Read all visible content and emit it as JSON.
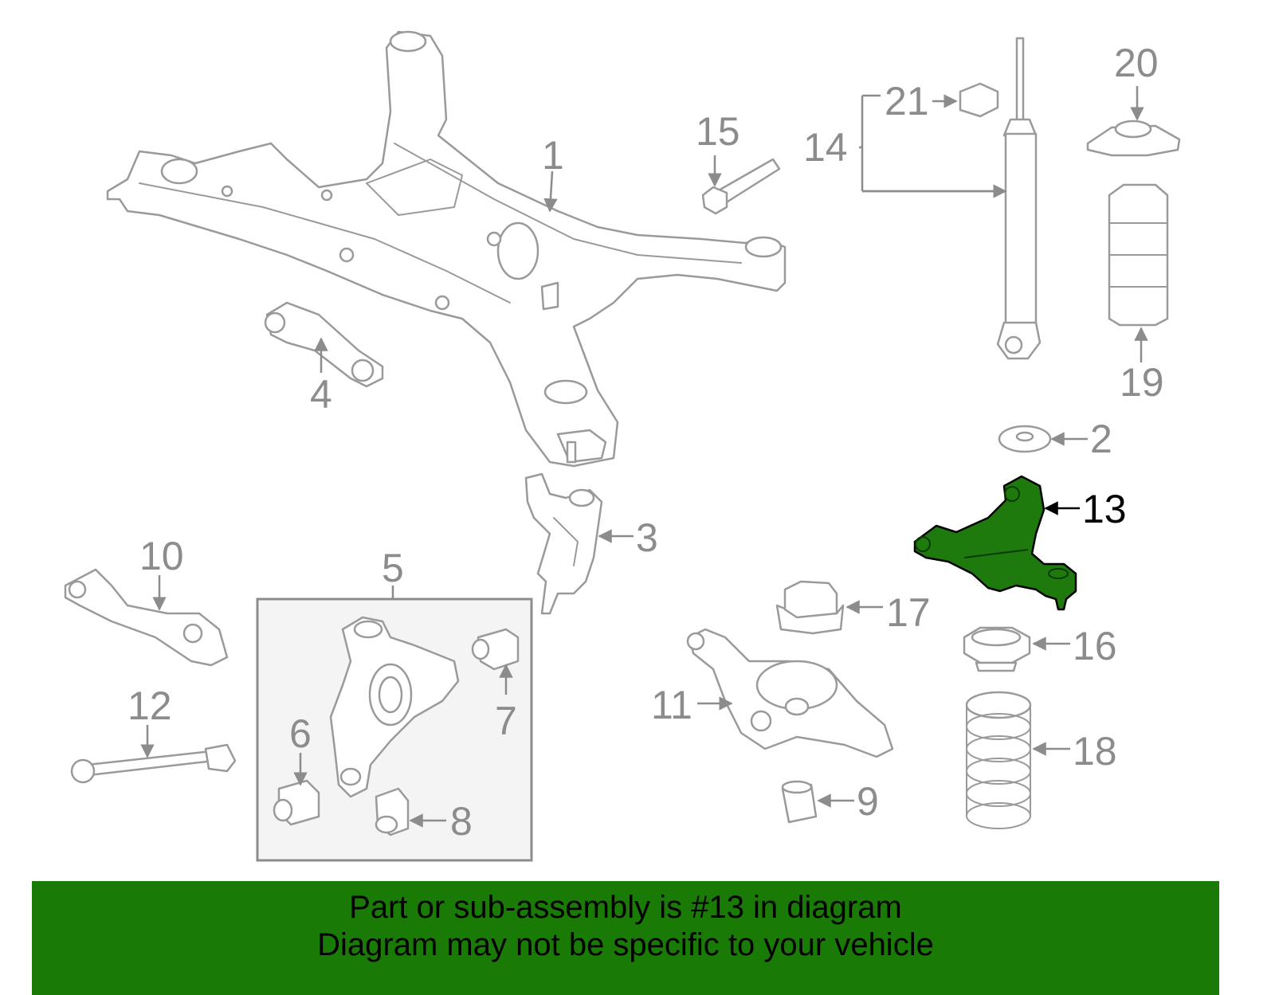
{
  "callouts": {
    "c1": "1",
    "c2": "2",
    "c3": "3",
    "c4": "4",
    "c5": "5",
    "c6": "6",
    "c7": "7",
    "c8": "8",
    "c9": "9",
    "c10": "10",
    "c11": "11",
    "c12": "12",
    "c13": "13",
    "c14": "14",
    "c15": "15",
    "c16": "16",
    "c17": "17",
    "c18": "18",
    "c19": "19",
    "c20": "20",
    "c21": "21"
  },
  "banner": {
    "line1": "Part or sub-assembly is #13 in diagram",
    "line2": "Diagram may not be specific to your vehicle"
  },
  "colors": {
    "highlight": "#1f7a0e",
    "banner": "#1a7a06",
    "line_art": "#9a9a9a"
  }
}
